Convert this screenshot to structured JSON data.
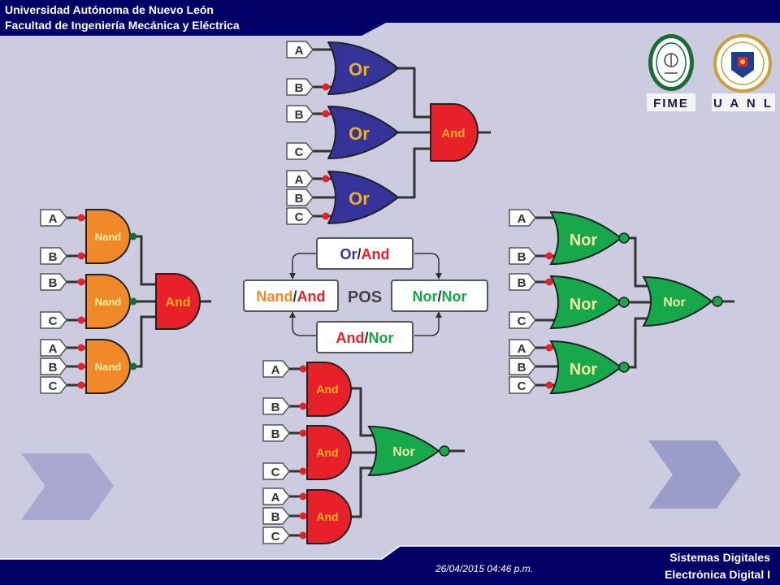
{
  "header": {
    "university": "Universidad Autónoma de Nuevo León",
    "faculty": "Facultad de Ingeniería Mecánica y Eléctrica"
  },
  "logos": {
    "fime": {
      "label": "FIME",
      "icon": "fime-seal-icon"
    },
    "uanl": {
      "label": "U A N L",
      "icon": "uanl-seal-icon"
    }
  },
  "footer": {
    "timestamp": "26/04/2015 04:46 p.m.",
    "course": "Sistemas Digitales",
    "subject": "Electrónica Digital I"
  },
  "center": {
    "hub": "POS",
    "top": {
      "first": "Or",
      "slash": "/",
      "second": "And"
    },
    "left": {
      "first": "Nand",
      "slash": "/",
      "second": "And"
    },
    "right": {
      "first": "Nor",
      "slash": "/",
      "second": "Nor"
    },
    "bottom": {
      "first": "And",
      "slash": "/",
      "second": "Nor"
    }
  },
  "circuits": {
    "or_and": {
      "gates": [
        "Or",
        "Or",
        "Or"
      ],
      "output": "And",
      "inputs": [
        [
          "A",
          "B"
        ],
        [
          "B",
          "C"
        ],
        [
          "A",
          "B",
          "C"
        ]
      ]
    },
    "nand_and": {
      "gates": [
        "Nand",
        "Nand",
        "Nand"
      ],
      "output": "And",
      "inputs": [
        [
          "A",
          "B"
        ],
        [
          "B",
          "C"
        ],
        [
          "A",
          "B",
          "C"
        ]
      ]
    },
    "nor_nor": {
      "gates": [
        "Nor",
        "Nor",
        "Nor"
      ],
      "output": "Nor",
      "inputs": [
        [
          "A",
          "B"
        ],
        [
          "B",
          "C"
        ],
        [
          "A",
          "B",
          "C"
        ]
      ]
    },
    "and_nor": {
      "gates": [
        "And",
        "And",
        "And"
      ],
      "output": "Nor",
      "inputs": [
        [
          "A",
          "B"
        ],
        [
          "B",
          "C"
        ],
        [
          "A",
          "B",
          "C"
        ]
      ]
    }
  },
  "colors": {
    "navy": "#000066",
    "or_blue": "#333399",
    "and_red": "#e8202a",
    "nand_orange": "#f08a28",
    "nor_green": "#16a84a",
    "slide_bg": "#cccce0"
  },
  "nav": {
    "prev": "chevron-left-icon",
    "next": "chevron-right-icon"
  }
}
